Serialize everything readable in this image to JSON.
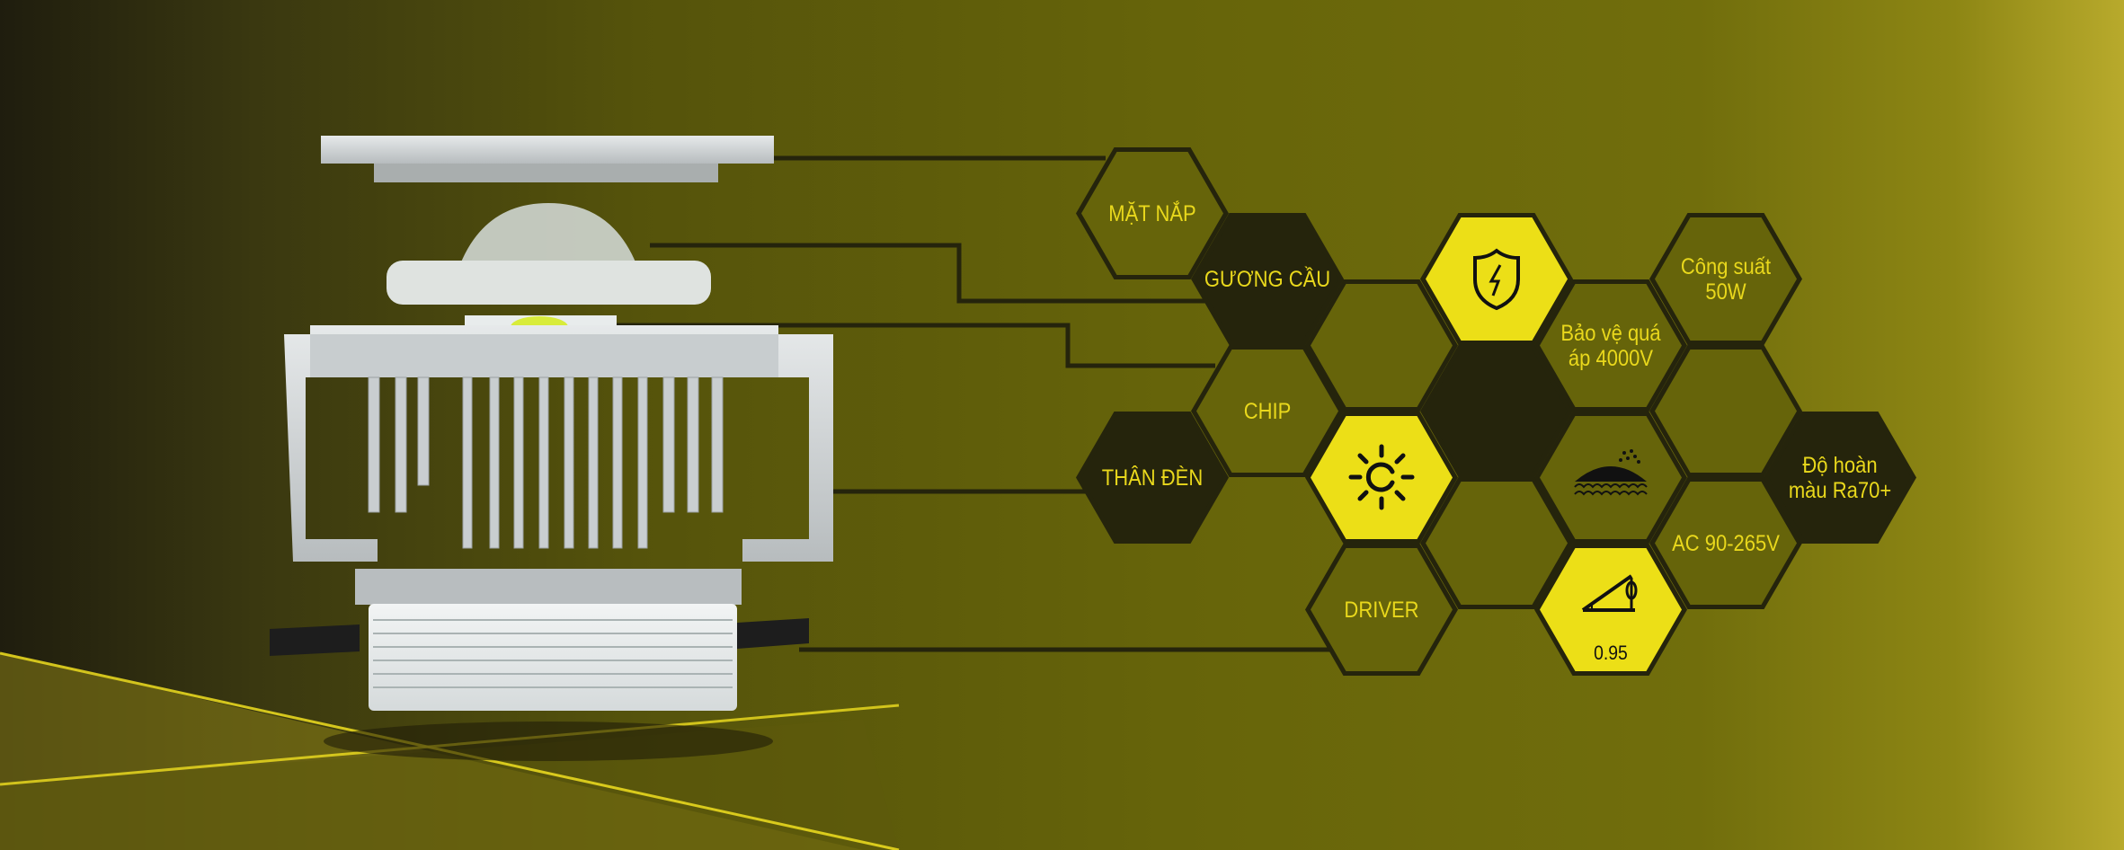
{
  "features": {
    "mat_nap": "MẶT NẮP",
    "guong_cau": "GƯƠNG CẦU",
    "chip": "CHIP",
    "than_den": "THÂN ĐÈN",
    "driver": "DRIVER",
    "bao_ve": [
      "Bảo vệ quá",
      "áp 4000V"
    ],
    "cong_suat": [
      "Công suất",
      "50W"
    ],
    "do_hoan_mau": [
      "Độ hoàn",
      "màu Ra70+"
    ],
    "ac_voltage": "AC 90-265V",
    "power_factor": "0.95"
  },
  "colors": {
    "accent_yellow": "#ecdf17",
    "dark": "#25240c",
    "olive": "#66640a",
    "label": "#e9d81c"
  }
}
